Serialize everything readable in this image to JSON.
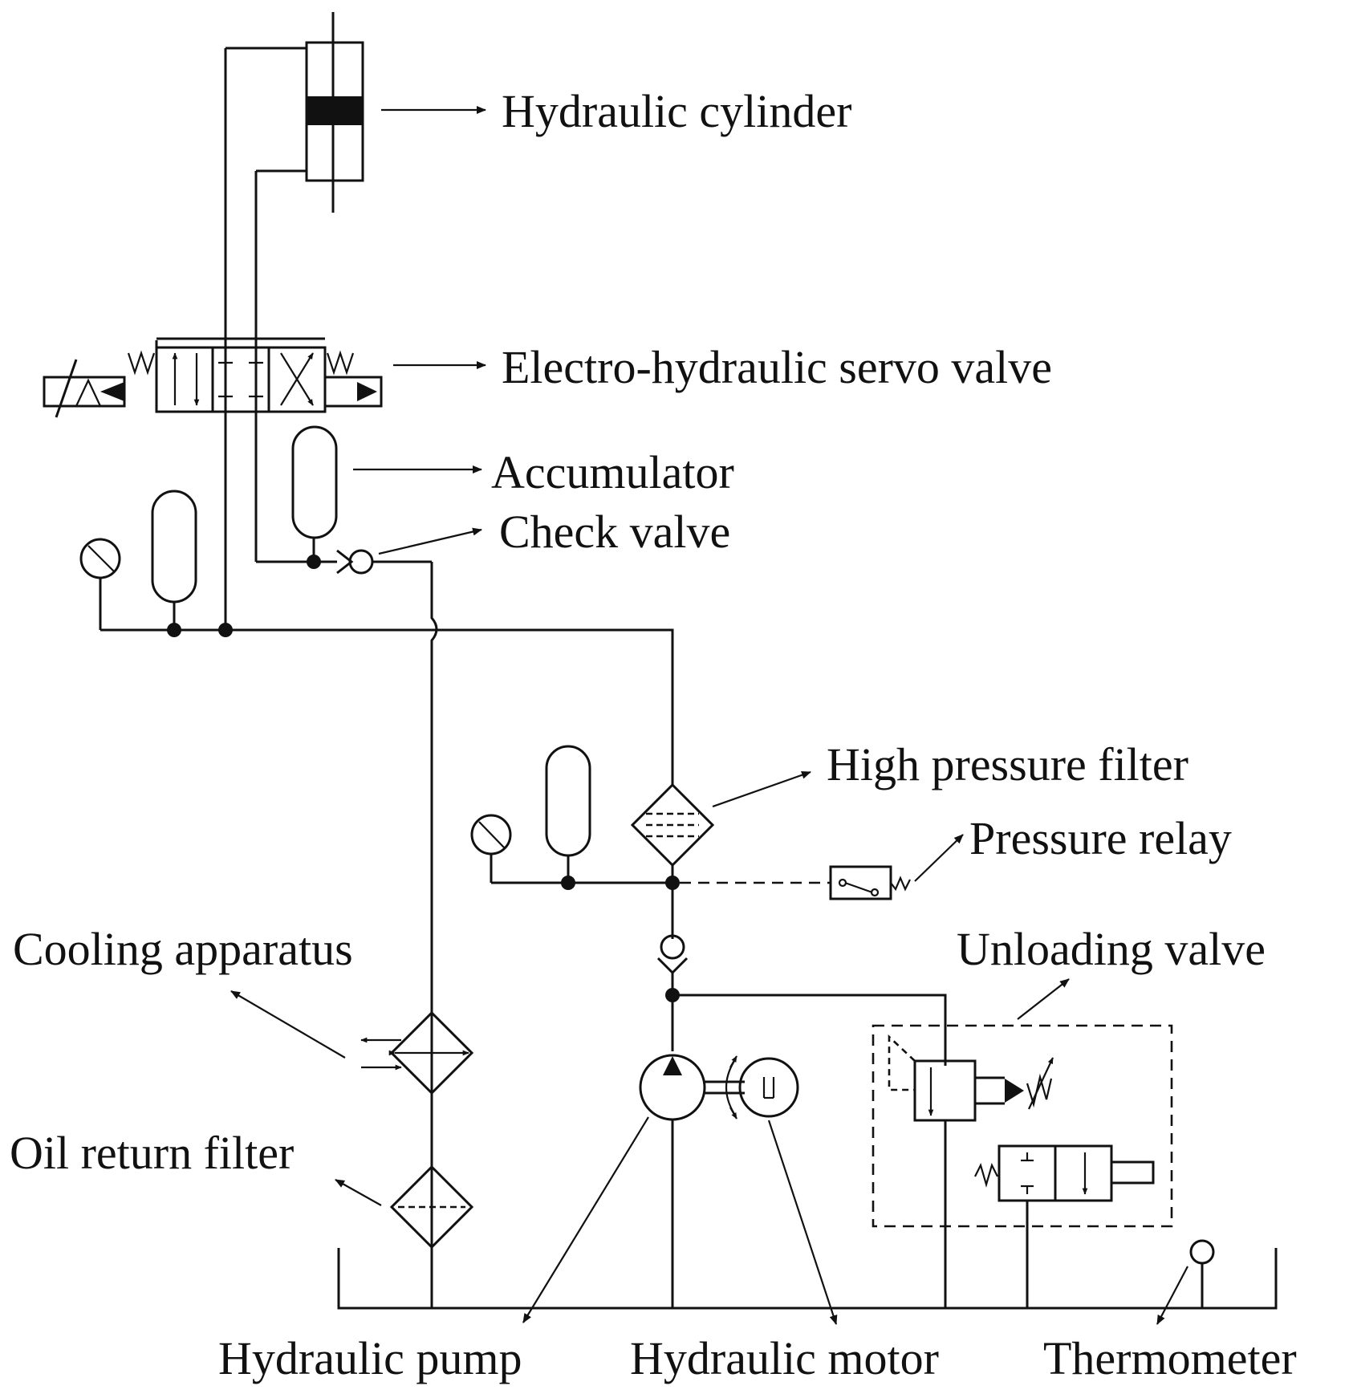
{
  "labels": {
    "hydraulic_cylinder": "Hydraulic cylinder",
    "servo_valve": "Electro-hydraulic servo valve",
    "accumulator": "Accumulator",
    "check_valve": "Check valve",
    "high_pressure_filter": "High pressure filter",
    "pressure_relay": "Pressure relay",
    "cooling_apparatus": "Cooling apparatus",
    "unloading_valve": "Unloading valve",
    "oil_return_filter": "Oil return filter",
    "hydraulic_pump": "Hydraulic pump",
    "hydraulic_motor": "Hydraulic motor",
    "thermometer": "Thermometer"
  }
}
